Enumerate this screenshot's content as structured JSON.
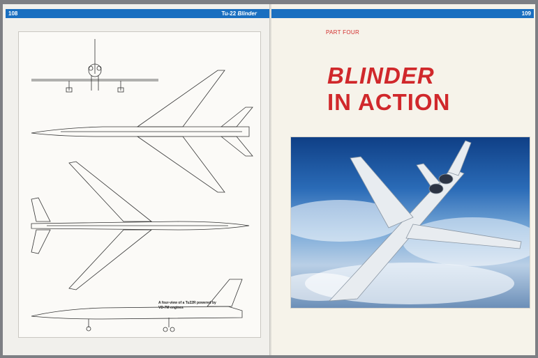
{
  "left_page": {
    "page_number": "108",
    "running_head_prefix": "Tu-22",
    "running_head_title": "Blinder",
    "caption_line1": "A four-view of a Tu22R powered by",
    "caption_line2": "VD-7M engines"
  },
  "right_page": {
    "page_number": "109",
    "part_label": "PART FOUR",
    "title_line1": "BLINDER",
    "title_line2": "IN ACTION"
  },
  "colors": {
    "header_blue": "#1a6fc0",
    "title_red": "#d0282b",
    "page_paper": "#f1f0ec"
  },
  "icons": [
    "four-view-drawing",
    "aircraft-photo"
  ]
}
